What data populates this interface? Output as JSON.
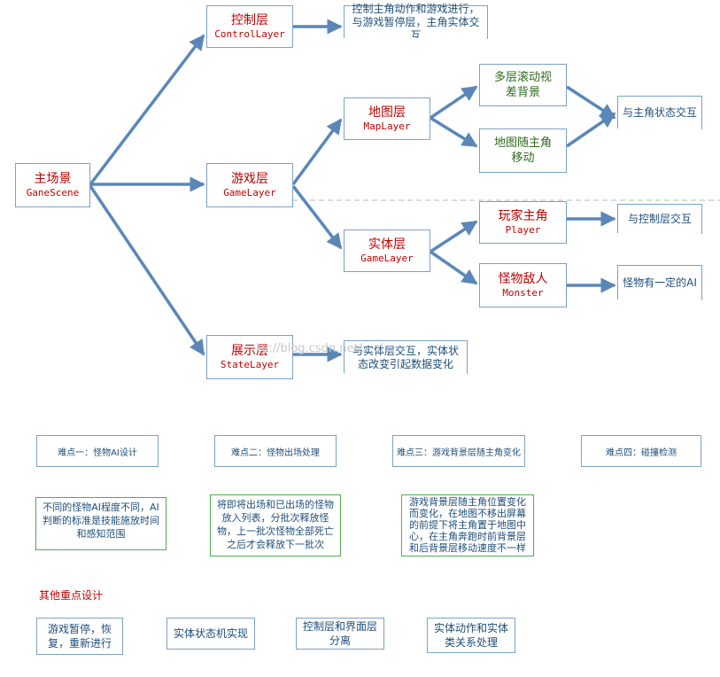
{
  "nodes": {
    "main_scene": {
      "cn": "主场景",
      "en": "GaneScene"
    },
    "control_layer": {
      "cn": "控制层",
      "en": "ControlLayer"
    },
    "game_layer": {
      "cn": "游戏层",
      "en": "GameLayer"
    },
    "state_layer": {
      "cn": "展示层",
      "en": "StateLayer"
    },
    "map_layer": {
      "cn": "地图层",
      "en": "MapLayer"
    },
    "entity_layer": {
      "cn": "实体层",
      "en": "GameLayer"
    },
    "parallax_bg": {
      "cn": "多层滚动视差背景"
    },
    "map_follow": {
      "cn": "地图随主角移动"
    },
    "player": {
      "cn": "玩家主角",
      "en": "Player"
    },
    "monster": {
      "cn": "怪物敌人",
      "en": "Monster"
    }
  },
  "notes": {
    "control": "控制主角动作和游戏进行，与游戏暂停层，主角实体交互",
    "state": "与实体层交互，实体状态改变引起数据变化",
    "map_interact": "与主角状态交互",
    "player_interact": "与控制层交互",
    "monster_ai": "怪物有一定的AI"
  },
  "difficulties": [
    {
      "title": "难点一：怪物AI设计",
      "detail": "不同的怪物AI程度不同，AI判断的标准是技能施放时间和感知范围"
    },
    {
      "title": "难点二：怪物出场处理",
      "detail": "将即将出场和已出场的怪物放入列表，分批次释放怪物，上一批次怪物全部死亡之后才会释放下一批次"
    },
    {
      "title": "难点三：游戏背景层随主角变化",
      "detail": "游戏背景层随主角位置变化而变化，在地图不移出屏幕的前提下将主角置于地图中心，在主角奔跑时前背景层和后背景层移动速度不一样"
    },
    {
      "title": "难点四：碰撞检测"
    }
  ],
  "other": {
    "heading": "其他重点设计",
    "items": [
      "游戏暂停，恢复，重新进行",
      "实体状态机实现",
      "控制层和界面层分离",
      "实体动作和实体类关系处理"
    ]
  },
  "watermark": "tp://blog.csdn.net/...ol",
  "colors": {
    "arrow": "#5b87b8",
    "box_border": "#7ba1c7",
    "title": "#c00000",
    "green_text": "#2e6b1c",
    "note_text": "#1f4e79",
    "green_border": "#4caf50"
  }
}
